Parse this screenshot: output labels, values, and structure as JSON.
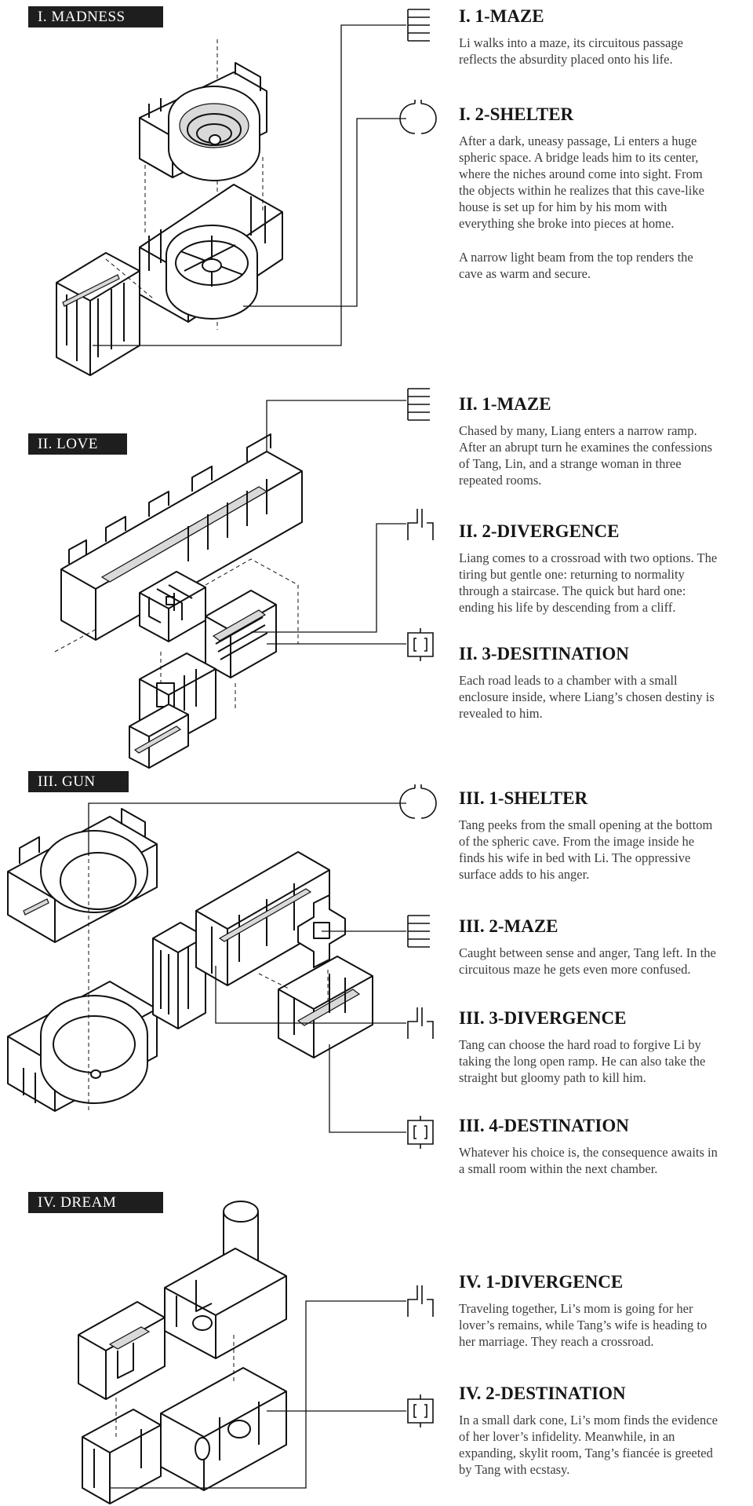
{
  "sections": [
    {
      "label": "I. MADNESS"
    },
    {
      "label": "II. LOVE"
    },
    {
      "label": "III. GUN"
    },
    {
      "label": "IV. DREAM"
    }
  ],
  "entries": [
    {
      "icon": "maze",
      "title": "I. 1-MAZE",
      "text": "Li walks into a maze, its circuitous passage reflects the absurdity placed onto his life."
    },
    {
      "icon": "shelter",
      "title": "I. 2-SHELTER",
      "text": "After a dark, uneasy passage, Li enters a huge spheric space. A bridge leads him to its center, where the niches around come into sight. From the objects within he realizes that this cave-like house is set up for him by his mom with everything she broke into pieces at home.",
      "text2": "A narrow light beam from the top renders the cave as warm and secure."
    },
    {
      "icon": "maze",
      "title": "II. 1-MAZE",
      "text": "Chased by many, Liang enters a narrow ramp. After an abrupt turn he examines the confessions of Tang, Lin, and a strange woman in three repeated rooms."
    },
    {
      "icon": "divergence",
      "title": "II. 2-DIVERGENCE",
      "text": "Liang comes to a crossroad with two options. The tiring but gentle one: returning to normality through a staircase. The quick but hard one: ending his life by descending from a cliff."
    },
    {
      "icon": "destination",
      "title": "II. 3-DESITINATION",
      "text": "Each road leads to a chamber with a small enclosure inside, where Liang’s chosen destiny is revealed to him."
    },
    {
      "icon": "shelter",
      "title": "III. 1-SHELTER",
      "text": "Tang peeks from the small opening at the bottom of the spheric cave. From the image inside he finds his wife in bed with Li. The oppressive surface adds to his anger."
    },
    {
      "icon": "maze",
      "title": "III. 2-MAZE",
      "text": "Caught between sense and anger, Tang left. In the circuitous maze he gets even more confused."
    },
    {
      "icon": "divergence",
      "title": "III. 3-DIVERGENCE",
      "text": "Tang can choose the hard road to forgive Li by taking the long open ramp. He can also take the straight but gloomy path to kill him."
    },
    {
      "icon": "destination",
      "title": "III. 4-DESTINATION",
      "text": "Whatever his choice is, the consequence awaits in a small room within the next chamber."
    },
    {
      "icon": "divergence",
      "title": "IV. 1-DIVERGENCE",
      "text": "Traveling together, Li’s mom is going for her lover’s remains, while Tang’s wife is heading to her marriage. They reach a crossroad."
    },
    {
      "icon": "destination",
      "title": "IV. 2-DESTINATION",
      "text": "In a small dark cone, Li’s mom finds the evidence of her lover’s infidelity. Meanwhile, in an expanding, skylit room, Tang’s fiancée is greeted by Tang with ecstasy."
    }
  ]
}
